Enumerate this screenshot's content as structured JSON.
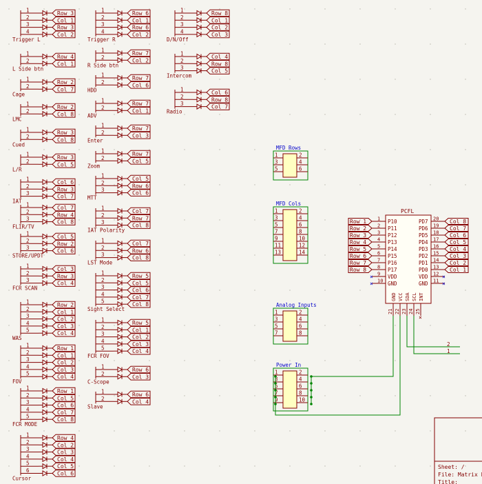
{
  "colors": {
    "background": "#f5f4ef",
    "component": "#840000",
    "body_fill": "#ffffc2",
    "wire": "#008400",
    "blue": "#0000c8",
    "label_text": "#840000",
    "pin_text": "#840000"
  },
  "switches": [
    {
      "name": "Trigger L",
      "pins": [
        "1",
        "2",
        "3",
        "4"
      ],
      "labels": [
        "Row 3",
        "Col 1",
        "Row 3",
        "Col 2"
      ]
    },
    {
      "name": "L Side btn",
      "pins": [
        "1",
        "2"
      ],
      "labels": [
        "Row 4",
        "Col 1"
      ]
    },
    {
      "name": "Cage",
      "pins": [
        "1",
        "2"
      ],
      "labels": [
        "Row 2",
        "Col 7"
      ]
    },
    {
      "name": "LMC",
      "pins": [
        "1",
        "2"
      ],
      "labels": [
        "Row 2",
        "Col 8"
      ]
    },
    {
      "name": "Cued",
      "pins": [
        "1",
        "2"
      ],
      "labels": [
        "Row 3",
        "Col 8"
      ]
    },
    {
      "name": "L/R",
      "pins": [
        "1",
        "2"
      ],
      "labels": [
        "Row 3",
        "Col 5"
      ]
    },
    {
      "name": "IAT",
      "pins": [
        "1",
        "2",
        "3"
      ],
      "labels": [
        "Col 6",
        "Row 3",
        "Col 7"
      ]
    },
    {
      "name": "FLIR/TV",
      "pins": [
        "1",
        "2",
        "3"
      ],
      "labels": [
        "Col 7",
        "Row 4",
        "Col 8"
      ]
    },
    {
      "name": "STORE/UPDT",
      "pins": [
        "1",
        "2",
        "3"
      ],
      "labels": [
        "Col 5",
        "Row 2",
        "Col 6"
      ]
    },
    {
      "name": "FCR SCAN",
      "pins": [
        "1",
        "2",
        "3"
      ],
      "labels": [
        "Col 3",
        "Row 3",
        "Col 4"
      ]
    },
    {
      "name": "WAS",
      "pins": [
        "1",
        "2",
        "3",
        "4",
        "5"
      ],
      "labels": [
        "Row 2",
        "Col 1",
        "Col 2",
        "Col 3",
        "Col 4"
      ]
    },
    {
      "name": "FOV",
      "pins": [
        "1",
        "2",
        "3",
        "4",
        "5"
      ],
      "labels": [
        "Row 1",
        "Col 1",
        "Col 2",
        "Col 3",
        "Col 4"
      ]
    },
    {
      "name": "FCR MODE",
      "pins": [
        "1",
        "2",
        "3",
        "4",
        "5"
      ],
      "labels": [
        "Row 1",
        "Col 5",
        "Col 6",
        "Col 7",
        "Col 8"
      ]
    },
    {
      "name": "Cursor",
      "pins": [
        "1",
        "2",
        "3",
        "4",
        "5",
        "6"
      ],
      "labels": [
        "Row 4",
        "Col 2",
        "Col 3",
        "Col 4",
        "Col 5",
        "Col 6"
      ]
    },
    {
      "name": "Trigger R",
      "pins": [
        "1",
        "2",
        "3",
        "4"
      ],
      "labels": [
        "Row 6",
        "Col 1",
        "Row 6",
        "Col 2"
      ]
    },
    {
      "name": "R Side btn",
      "pins": [
        "1",
        "2"
      ],
      "labels": [
        "Row 7",
        "Col 2"
      ]
    },
    {
      "name": "HDD",
      "pins": [
        "1",
        "2"
      ],
      "labels": [
        "Row 7",
        "Col 6"
      ]
    },
    {
      "name": "ADV",
      "pins": [
        "1",
        "2"
      ],
      "labels": [
        "Row 7",
        "Col 1"
      ]
    },
    {
      "name": "Enter",
      "pins": [
        "1",
        "2"
      ],
      "labels": [
        "Row 7",
        "Col 3"
      ]
    },
    {
      "name": "Zoom",
      "pins": [
        "1",
        "2"
      ],
      "labels": [
        "Row 7",
        "Col 5"
      ]
    },
    {
      "name": "MTT",
      "pins": [
        "1",
        "2",
        "3"
      ],
      "labels": [
        "Col 5",
        "Row 6",
        "Col 6"
      ]
    },
    {
      "name": "IAT Polarity",
      "pins": [
        "1",
        "2",
        "3"
      ],
      "labels": [
        "Col 7",
        "Row 7",
        "Col 8"
      ]
    },
    {
      "name": "LST Mode",
      "pins": [
        "1",
        "2",
        "3"
      ],
      "labels": [
        "Col 7",
        "Row 6",
        "Col 8"
      ]
    },
    {
      "name": "Sight Select",
      "pins": [
        "1",
        "2",
        "3",
        "4",
        "5"
      ],
      "labels": [
        "Row 5",
        "Col 5",
        "Col 6",
        "Col 7",
        "Col 8"
      ]
    },
    {
      "name": "FCR FOV",
      "pins": [
        "1",
        "2",
        "3",
        "4",
        "5"
      ],
      "labels": [
        "Row 5",
        "Col 1",
        "Col 2",
        "Col 3",
        "Col 4"
      ]
    },
    {
      "name": "C-Scope",
      "pins": [
        "1",
        "2"
      ],
      "labels": [
        "Row 6",
        "Col 3"
      ]
    },
    {
      "name": "Slave",
      "pins": [
        "1",
        "2"
      ],
      "labels": [
        "Row 6",
        "Col 4"
      ]
    },
    {
      "name": "D/N/Off",
      "pins": [
        "1",
        "2",
        "3",
        "4"
      ],
      "labels": [
        "Row 8",
        "Col 1",
        "Col 2",
        "Col 3"
      ]
    },
    {
      "name": "Intercom",
      "pins": [
        "1",
        "2",
        "3"
      ],
      "labels": [
        "Col 4",
        "Row 8",
        "Col 5"
      ]
    },
    {
      "name": "Radio",
      "pins": [
        "1",
        "2",
        "3"
      ],
      "labels": [
        "Col 6",
        "Row 8",
        "Col 7"
      ]
    }
  ],
  "connectors": [
    {
      "title": "MFD Rows",
      "rows": [
        [
          "1",
          "2"
        ],
        [
          "3",
          "4"
        ],
        [
          "5",
          "6"
        ]
      ]
    },
    {
      "title": "MFD Cols",
      "rows": [
        [
          "1",
          "2"
        ],
        [
          "3",
          "4"
        ],
        [
          "5",
          "6"
        ],
        [
          "7",
          "8"
        ],
        [
          "9",
          "10"
        ],
        [
          "11",
          "12"
        ],
        [
          "13",
          "14"
        ]
      ]
    },
    {
      "title": "Analog Inputs",
      "rows": [
        [
          "1",
          "2"
        ],
        [
          "3",
          "4"
        ],
        [
          "5",
          "6"
        ],
        [
          "7",
          "8"
        ]
      ]
    },
    {
      "title": "Power In",
      "rows": [
        [
          "1",
          "2"
        ],
        [
          "3",
          "4"
        ],
        [
          "5",
          "6"
        ],
        [
          "7",
          "8"
        ],
        [
          "9",
          "10"
        ]
      ]
    }
  ],
  "ic": {
    "name": "PCFL",
    "left_pins": [
      {
        "num": "1",
        "name": "P10",
        "label": "Row 1"
      },
      {
        "num": "2",
        "name": "P11",
        "label": "Row 2"
      },
      {
        "num": "3",
        "name": "P12",
        "label": "Row 3"
      },
      {
        "num": "4",
        "name": "P13",
        "label": "Row 4"
      },
      {
        "num": "5",
        "name": "P14",
        "label": "Row 5"
      },
      {
        "num": "6",
        "name": "P15",
        "label": "Row 6"
      },
      {
        "num": "7",
        "name": "P16",
        "label": "Row 7"
      },
      {
        "num": "8",
        "name": "P17",
        "label": "Row 8"
      },
      {
        "num": "9",
        "name": "VDD",
        "label": ""
      },
      {
        "num": "10",
        "name": "GND",
        "label": ""
      }
    ],
    "right_pins": [
      {
        "num": "20",
        "name": "PD7",
        "label": "Col 8"
      },
      {
        "num": "19",
        "name": "PD6",
        "label": "Col 7"
      },
      {
        "num": "18",
        "name": "PD5",
        "label": "Col 6"
      },
      {
        "num": "17",
        "name": "PD4",
        "label": "Col 5"
      },
      {
        "num": "16",
        "name": "PD3",
        "label": "Col 4"
      },
      {
        "num": "15",
        "name": "PD2",
        "label": "Col 3"
      },
      {
        "num": "14",
        "name": "PD1",
        "label": "Col 2"
      },
      {
        "num": "13",
        "name": "PD0",
        "label": "Col 1"
      },
      {
        "num": "12",
        "name": "VDD",
        "label": ""
      },
      {
        "num": "11",
        "name": "GND",
        "label": ""
      }
    ],
    "bottom_pins": [
      {
        "num": "21",
        "name": "GND"
      },
      {
        "num": "22",
        "name": "VCC"
      },
      {
        "num": "23",
        "name": "SDA"
      },
      {
        "num": "24",
        "name": "SCL"
      },
      {
        "num": "25",
        "name": "INT"
      }
    ]
  },
  "small_header_pins": [
    "2",
    "1"
  ],
  "title_block": {
    "sheet": "Sheet: /",
    "file": "File: Matrix b",
    "title": "Title:"
  }
}
